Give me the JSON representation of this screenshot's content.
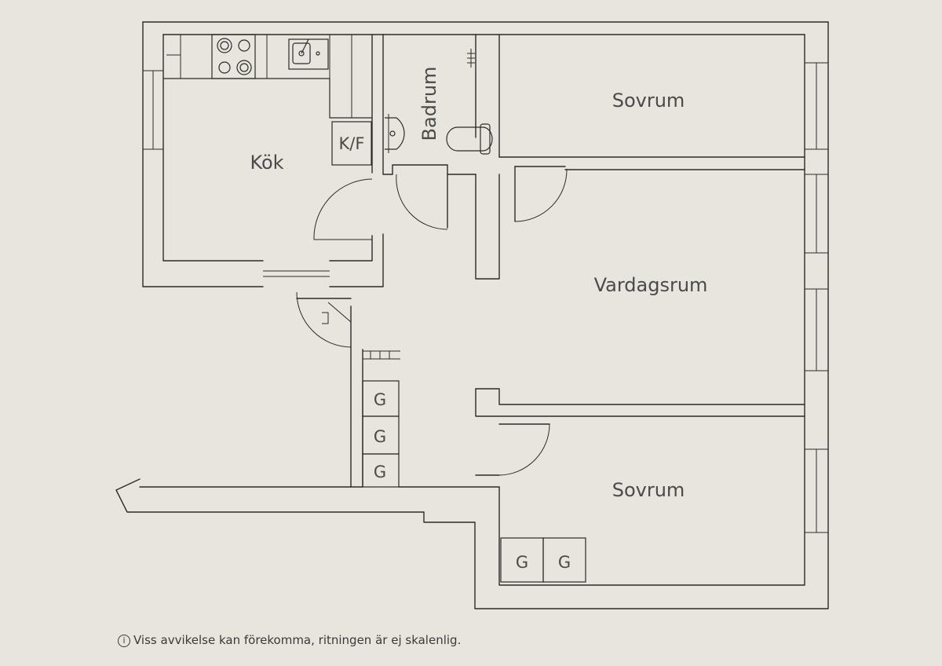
{
  "rooms": {
    "kitchen": "Kök",
    "bathroom": "Badrum",
    "bedroom_top": "Sovrum",
    "living_room": "Vardagsrum",
    "bedroom_bottom": "Sovrum"
  },
  "fixtures": {
    "fridge_freezer": "K/F",
    "wardrobe": "G"
  },
  "footnote": {
    "icon": "ⓘ",
    "text": "Viss avvikelse kan förekomma, ritningen är ej skalenlig."
  },
  "colors": {
    "paper": "#e8e5df",
    "ink": "#2b2b2b",
    "label": "#4a4a4a"
  }
}
